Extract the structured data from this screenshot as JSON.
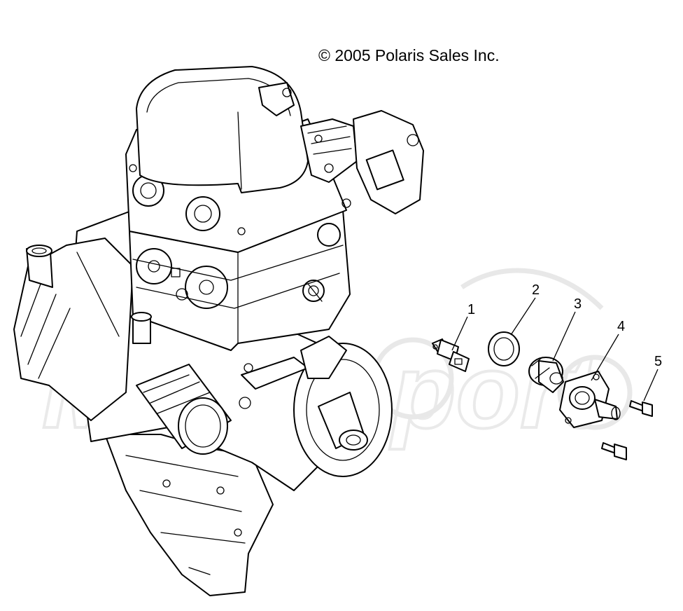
{
  "diagram": {
    "copyright": "© 2005 Polaris Sales Inc.",
    "watermark_text": "Motorsport",
    "callouts": [
      {
        "id": "1",
        "label": "1"
      },
      {
        "id": "2",
        "label": "2"
      },
      {
        "id": "3",
        "label": "3"
      },
      {
        "id": "4",
        "label": "4"
      },
      {
        "id": "5",
        "label": "5"
      }
    ],
    "line_color": "#000000",
    "background_color": "#ffffff",
    "watermark_color": "#e6e6e6"
  }
}
